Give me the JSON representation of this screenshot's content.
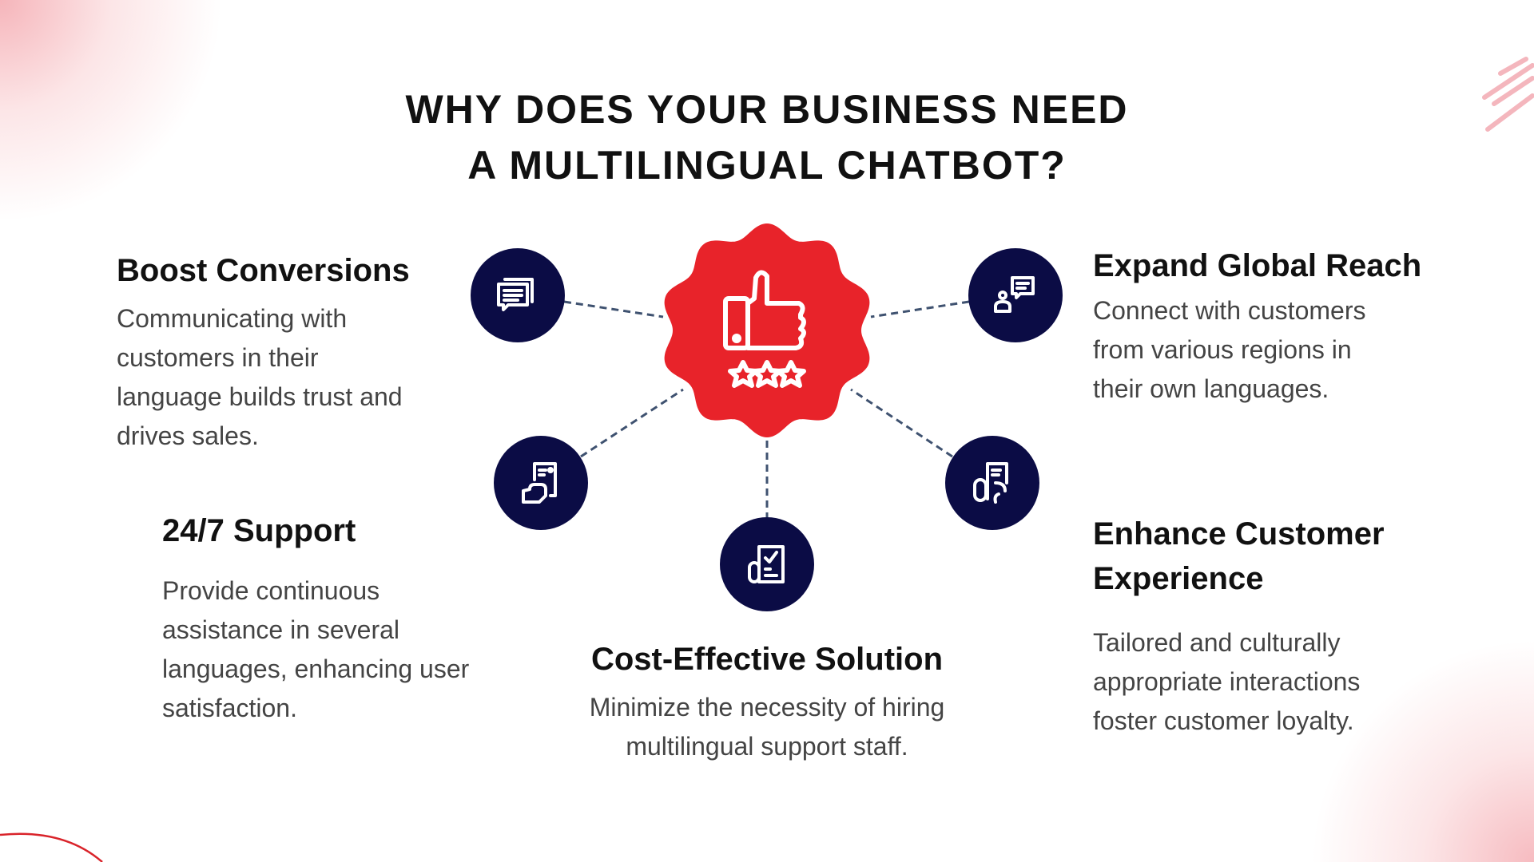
{
  "title": {
    "line1": "WHY DOES YOUR BUSINESS NEED",
    "line2": "A MULTILINGUAL CHATBOT?"
  },
  "colors": {
    "badge": "#e8232a",
    "circle": "#0b0c45",
    "connector": "#3f5270",
    "heading": "#111111",
    "body": "#444444"
  },
  "center_icon": "thumbs-up-three-stars-icon",
  "features": [
    {
      "heading": "Boost Conversions",
      "body": [
        "Communicating with",
        "customers in their",
        "language builds trust and",
        "drives sales."
      ],
      "icon": "chat-messages-icon"
    },
    {
      "heading": "Expand Global Reach",
      "body": [
        "Connect with customers",
        "from various regions in",
        "their own languages."
      ],
      "icon": "user-chat-icon"
    },
    {
      "heading": "24/7 Support",
      "body": [
        "Provide continuous",
        "assistance in several",
        "languages, enhancing user",
        "satisfaction."
      ],
      "icon": "hand-support-card-icon"
    },
    {
      "heading": [
        "Enhance Customer",
        "Experience"
      ],
      "body": [
        "Tailored and culturally",
        "appropriate interactions",
        "foster customer loyalty."
      ],
      "icon": "phone-document-icon"
    },
    {
      "heading": "Cost-Effective Solution",
      "body": [
        "Minimize the necessity of hiring",
        "multilingual support staff."
      ],
      "icon": "checklist-document-icon"
    }
  ]
}
